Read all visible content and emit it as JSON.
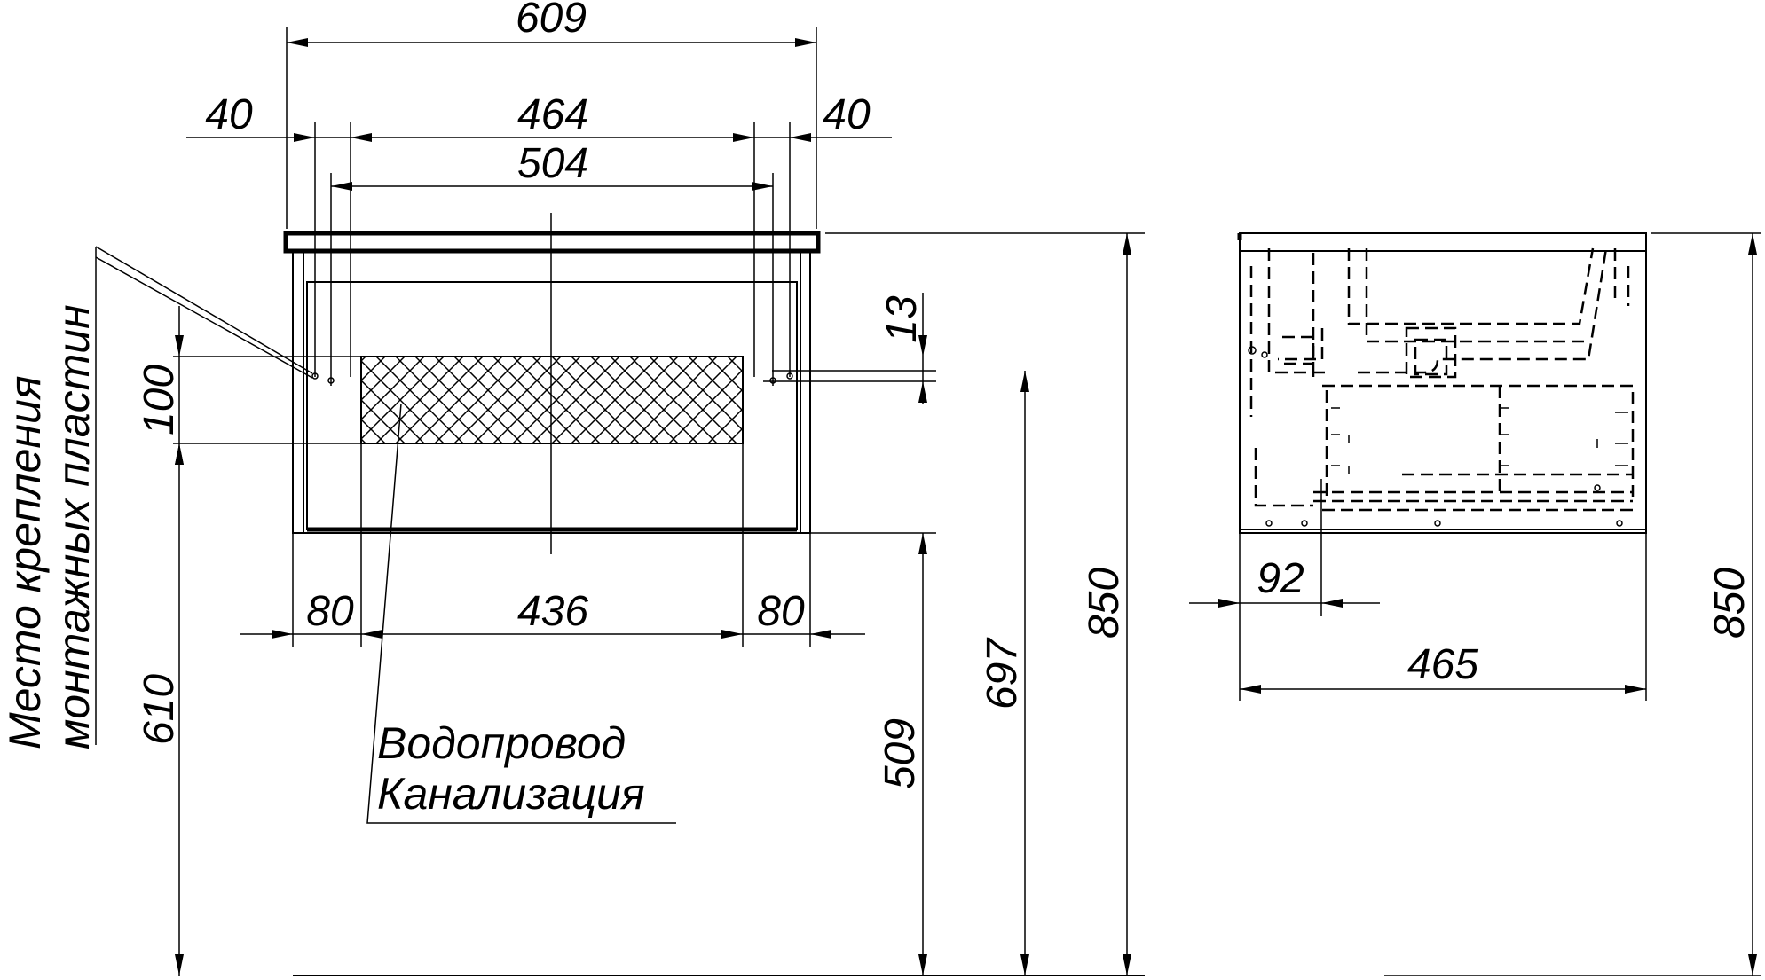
{
  "front_view": {
    "dimensions": {
      "overall_width": "609",
      "left_margin": "40",
      "inner_width": "464",
      "right_margin": "40",
      "mount_span": "504",
      "zone_offset_top": "13",
      "zone_height": "100",
      "bottom_left": "80",
      "zone_width": "436",
      "bottom_right": "80",
      "zone_bottom_height": "610",
      "cabinet_bottom_height": "509",
      "mount_height": "697",
      "total_height": "850"
    },
    "labels": {
      "mount_line1": "Место крепления",
      "mount_line2": "монтажных пластин",
      "pipes_line1": "Водопровод",
      "pipes_line2": "Канализация"
    }
  },
  "side_view": {
    "dimensions": {
      "inset": "92",
      "depth": "465",
      "total_height": "850"
    }
  }
}
